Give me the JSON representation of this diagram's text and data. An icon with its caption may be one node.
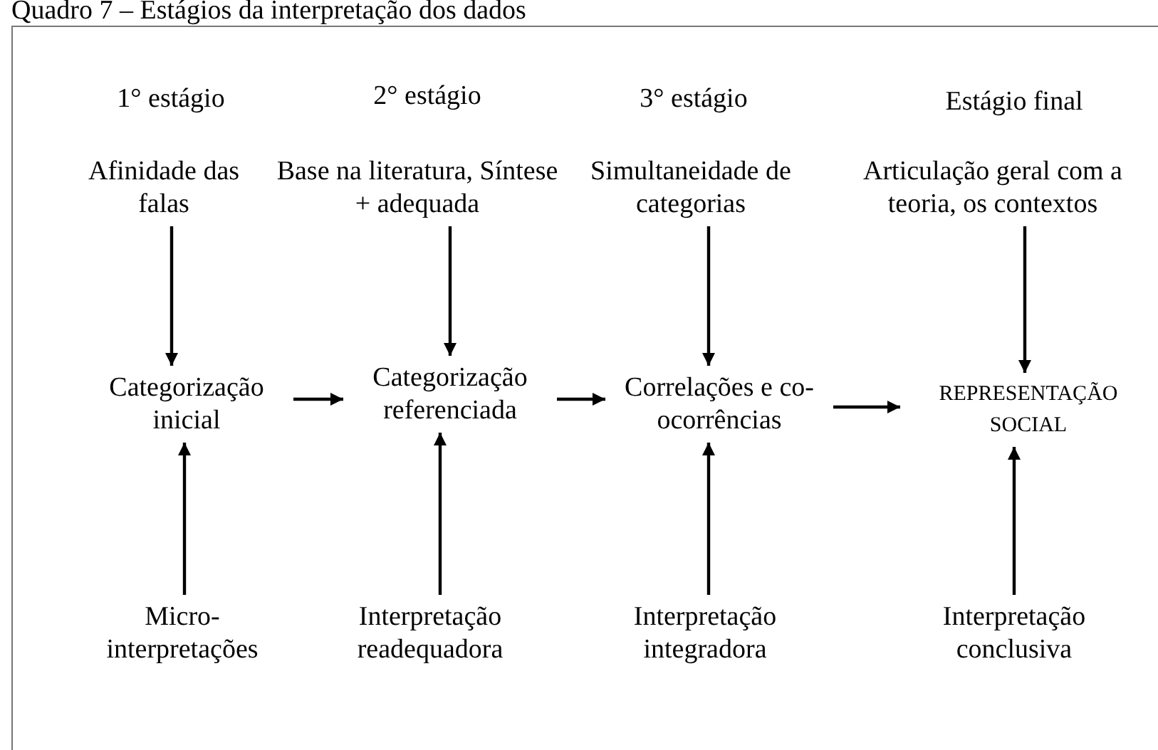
{
  "diagram": {
    "title": "Quadro 7 – Estágios da interpretação dos dados",
    "nodes": [
      {
        "text": [
          "Afinidade das falas"
        ]
      },
      {
        "text": [
          "Base na literatura, Síntese + adequada"
        ]
      },
      {
        "text": [
          "Simultaneidade de categorias"
        ]
      },
      {
        "text": [
          "Articulação geral com a teoria, os contextos"
        ]
      },
      {
        "text": [
          "Categorização inicial"
        ]
      },
      {
        "text": [
          "Categorização referenciada"
        ]
      },
      {
        "text": [
          "Correlações e co-ocorrências"
        ]
      },
      {
        "text": [
          "REPRESENTAÇÃO SOCIAL"
        ]
      },
      {
        "text": [
          "Micro- interpretações"
        ]
      },
      {
        "text": [
          "Interpretação readequadora"
        ]
      },
      {
        "text": [
          "Interpretação integradora"
        ]
      },
      {
        "text": [
          "Interpretação conclusiva"
        ]
      }
    ],
    "edges": [
      {
        "from": 0,
        "to": 4,
        "arrow": "to"
      },
      {
        "from": 1,
        "to": 5,
        "arrow": "to"
      },
      {
        "from": 2,
        "to": 6,
        "arrow": "to"
      },
      {
        "from": 3,
        "to": 7,
        "arrow": "to"
      },
      {
        "from": 4,
        "to": 5,
        "arrow": "to"
      },
      {
        "from": 5,
        "to": 6,
        "arrow": "to"
      },
      {
        "from": 6,
        "to": 7,
        "arrow": "to"
      },
      {
        "from": 8,
        "to": 4,
        "arrow": "to"
      },
      {
        "from": 9,
        "to": 5,
        "arrow": "to"
      },
      {
        "from": 10,
        "to": 6,
        "arrow": "to"
      },
      {
        "from": 11,
        "to": 7,
        "arrow": "to"
      }
    ],
    "labels": [
      "1° estágio",
      "2° estágio",
      "3° estágio",
      "Estágio final"
    ]
  }
}
